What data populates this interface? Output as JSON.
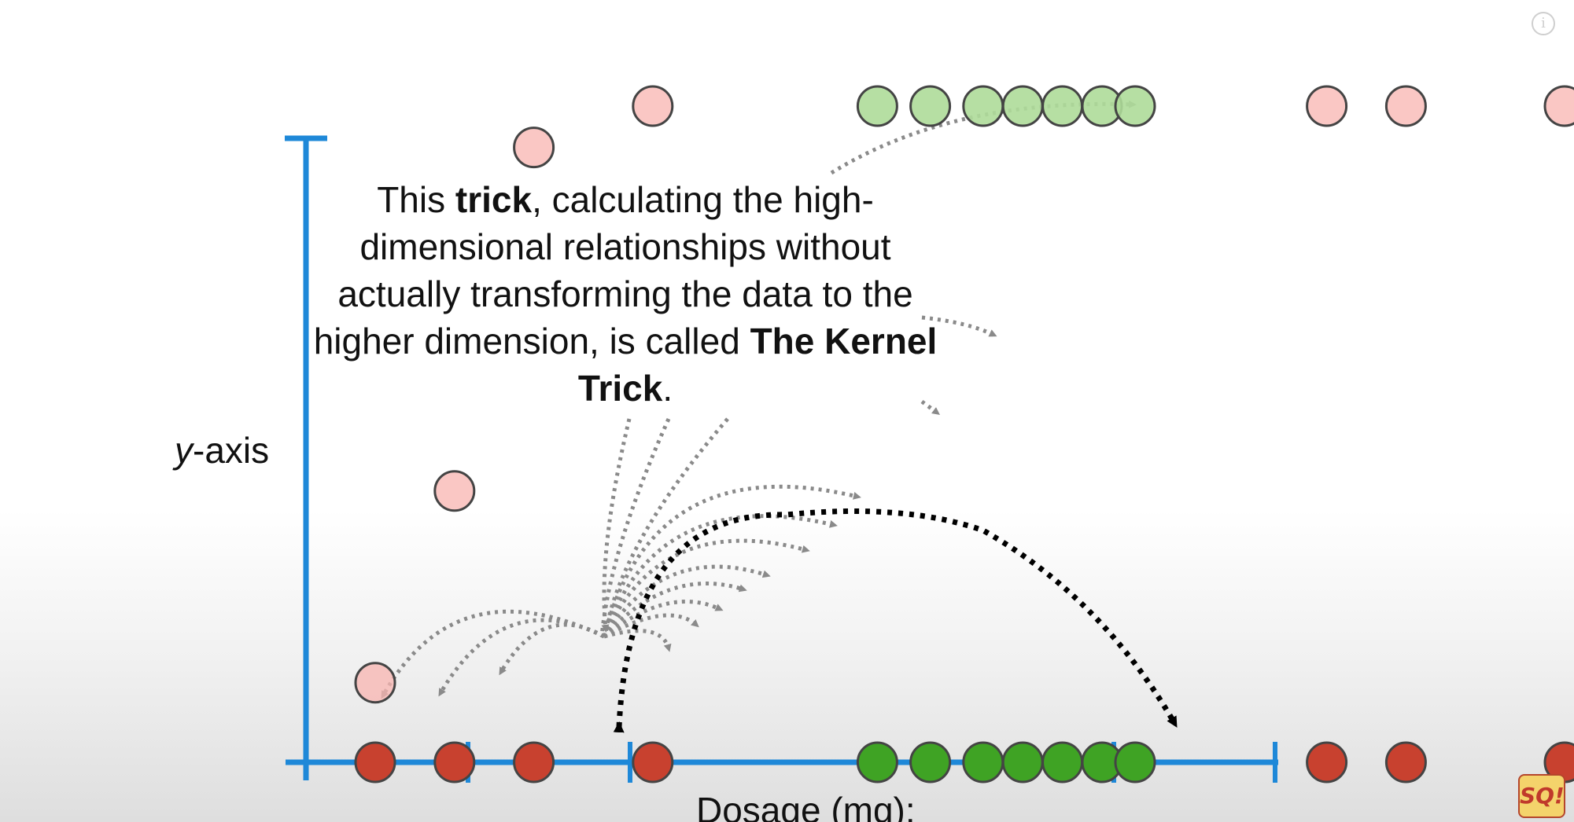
{
  "caption": {
    "part1": "This ",
    "bold1": "trick",
    "part2": ", calculating the high-dimensional relationships without actually transforming the data to the higher dimension, is called ",
    "bold2": "The Kernel Trick",
    "part3": "."
  },
  "axis": {
    "y_label_italic": "y",
    "y_label_rest": "-axis",
    "x_label": "Dosage (mg):"
  },
  "colors": {
    "axis": "#1e88d8",
    "red": "#c8412f",
    "pink": "#f8b4b0",
    "green": "#3fa324",
    "light_green": "#aedb99",
    "arrow_gray": "#8a8a8a",
    "arrow_black": "#000000"
  },
  "icons": {
    "info": "info-icon",
    "logo": "statquest-logo",
    "info_glyph": "i",
    "logo_glyph": "SQ!"
  },
  "chart_data": {
    "type": "scatter",
    "points": [
      {
        "x": 1.0,
        "class": "red"
      },
      {
        "x": 1.6,
        "class": "red"
      },
      {
        "x": 2.2,
        "class": "red"
      },
      {
        "x": 3.1,
        "class": "red"
      },
      {
        "x": 4.8,
        "class": "green"
      },
      {
        "x": 5.2,
        "class": "green"
      },
      {
        "x": 5.6,
        "class": "green"
      },
      {
        "x": 5.9,
        "class": "green"
      },
      {
        "x": 6.2,
        "class": "green"
      },
      {
        "x": 6.5,
        "class": "green"
      },
      {
        "x": 6.75,
        "class": "green"
      },
      {
        "x": 8.2,
        "class": "red"
      },
      {
        "x": 8.8,
        "class": "red"
      },
      {
        "x": 10.0,
        "class": "red"
      }
    ]
  }
}
